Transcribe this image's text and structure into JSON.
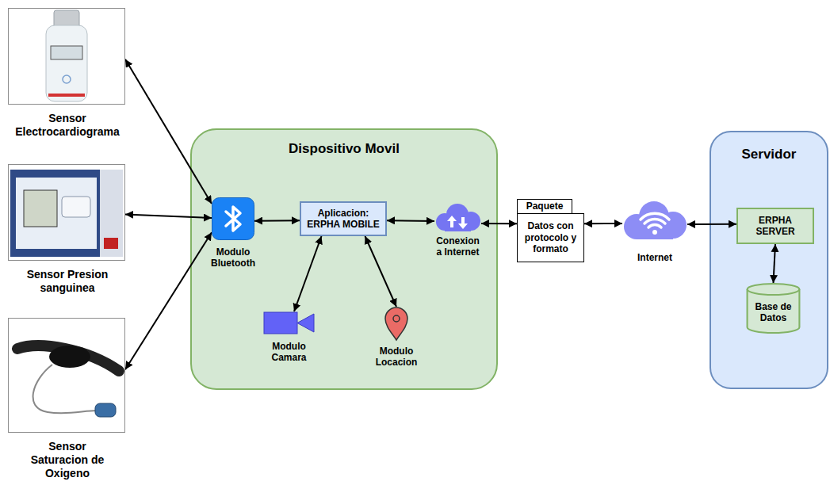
{
  "diagram": {
    "nodes": [
      {
        "text": [
          "Sensor Electrocardiograma"
        ]
      },
      {
        "text": [
          "Sensor Presion sanguinea"
        ]
      },
      {
        "text": [
          "Sensor Saturacion de Oxigeno"
        ]
      },
      {
        "text": [
          "Dispositivo Movil"
        ]
      },
      {
        "text": [
          "Modulo Bluetooth"
        ],
        "in": 3
      },
      {
        "text": [
          "Aplicacion: ERPHA MOBILE"
        ],
        "in": 3
      },
      {
        "text": [
          "Conexion a Internet"
        ],
        "in": 3
      },
      {
        "text": [
          "Modulo Camara"
        ],
        "in": 3
      },
      {
        "text": [
          "Modulo Locacion"
        ],
        "in": 3
      },
      {
        "text": [
          "Paquete",
          "Datos con protocolo y formato"
        ]
      },
      {
        "text": [
          "Internet"
        ]
      },
      {
        "text": [
          "Servidor"
        ]
      },
      {
        "text": [
          "ERPHA SERVER"
        ],
        "in": 11
      },
      {
        "text": [
          "Base de Datos"
        ],
        "in": 11
      }
    ],
    "edges": [
      {
        "from": 0,
        "to": 4,
        "arrow": "both"
      },
      {
        "from": 1,
        "to": 4,
        "arrow": "both"
      },
      {
        "from": 2,
        "to": 4,
        "arrow": "both"
      },
      {
        "from": 4,
        "to": 5,
        "arrow": "both"
      },
      {
        "from": 5,
        "to": 6,
        "arrow": "both"
      },
      {
        "from": 5,
        "to": 7,
        "arrow": "both"
      },
      {
        "from": 5,
        "to": 8,
        "arrow": "both"
      },
      {
        "from": 6,
        "to": 9,
        "arrow": "both"
      },
      {
        "from": 9,
        "to": 10,
        "arrow": "both"
      },
      {
        "from": 10,
        "to": 12,
        "arrow": "both"
      },
      {
        "from": 12,
        "to": 13,
        "arrow": "both"
      }
    ]
  }
}
